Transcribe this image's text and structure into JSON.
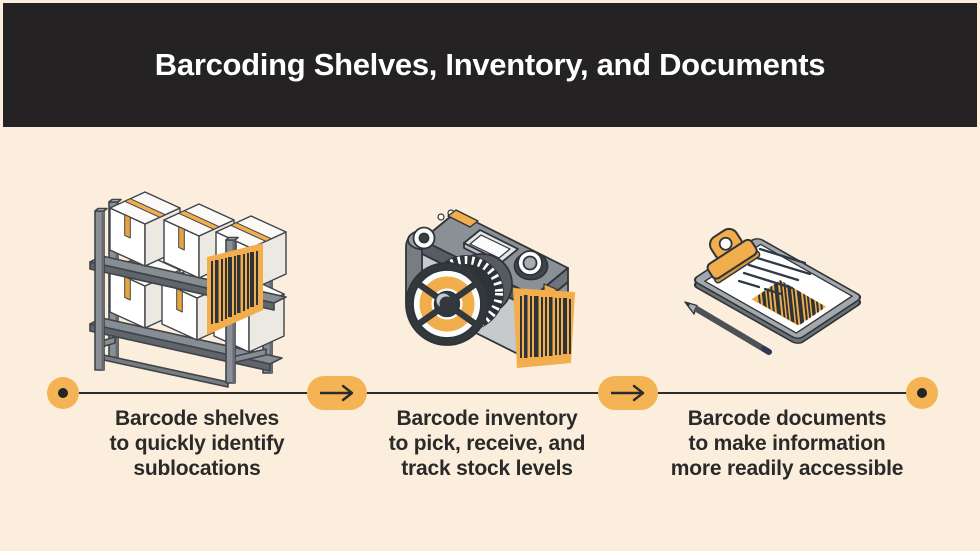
{
  "header": {
    "title": "Barcoding Shelves, Inventory, and Documents"
  },
  "colors": {
    "background": "#FCEEDC",
    "header_bg": "#242222",
    "header_text": "#FFFFFF",
    "accent_orange": "#F2AE4C",
    "timeline_orange": "#F4B456",
    "dark": "#2B2B2B"
  },
  "steps": [
    {
      "name": "barcode-shelves",
      "illustration": "shelf-rack-with-boxes-and-barcode-tag",
      "caption_lines": [
        "Barcode shelves",
        "to quickly identify",
        "sublocations"
      ]
    },
    {
      "name": "barcode-inventory",
      "illustration": "camera-with-barcode-tag",
      "caption_lines": [
        "Barcode inventory",
        "to pick, receive, and",
        "track stock levels"
      ]
    },
    {
      "name": "barcode-documents",
      "illustration": "clipboard-with-barcode-document-and-pencil",
      "caption_lines": [
        "Barcode documents",
        "to make information",
        "more readily accessible"
      ]
    }
  ],
  "timeline": {
    "start_icon": "dot",
    "end_icon": "dot",
    "connector_icon": "arrow-right"
  }
}
